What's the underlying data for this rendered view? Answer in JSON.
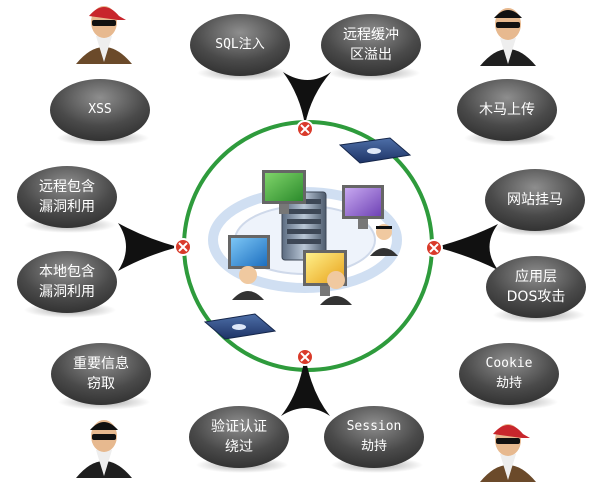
{
  "colors": {
    "ellipse_dark": "#3b3b3b",
    "ellipse_light": "#8e8e8e",
    "ring": "#2e9b3c",
    "arrow": "#111111",
    "block_mark": "#d93a2a"
  },
  "threats": [
    {
      "id": "sql-injection",
      "label": "SQL注入",
      "mono": true
    },
    {
      "id": "remote-buffer-overflow",
      "label": "远程缓冲\n区溢出",
      "mono": false
    },
    {
      "id": "xss",
      "label": "XSS",
      "mono": true
    },
    {
      "id": "trojan-upload",
      "label": "木马上传",
      "mono": false
    },
    {
      "id": "remote-include",
      "label": "远程包含\n漏洞利用",
      "mono": false
    },
    {
      "id": "website-hijack",
      "label": "网站挂马",
      "mono": false
    },
    {
      "id": "local-include",
      "label": "本地包含\n漏洞利用",
      "mono": false
    },
    {
      "id": "app-dos",
      "label": "应用层\nDOS攻击",
      "mono": false
    },
    {
      "id": "info-theft",
      "label": "重要信息\n窃取",
      "mono": false
    },
    {
      "id": "cookie-hijack",
      "label": "Cookie\n劫持",
      "mono": true
    },
    {
      "id": "auth-bypass",
      "label": "验证认证\n绕过",
      "mono": false
    },
    {
      "id": "session-hijack",
      "label": "Session\n劫持",
      "mono": true
    }
  ],
  "icons": {
    "attackers": [
      "hacker-bandana-icon",
      "hacker-sunglasses-icon",
      "hacker-sunglasses-icon",
      "hacker-bandana-icon"
    ],
    "center": [
      "server-icon",
      "monitor-icon",
      "user-icon",
      "firewall-appliance-icon",
      "blocked-icon"
    ]
  }
}
